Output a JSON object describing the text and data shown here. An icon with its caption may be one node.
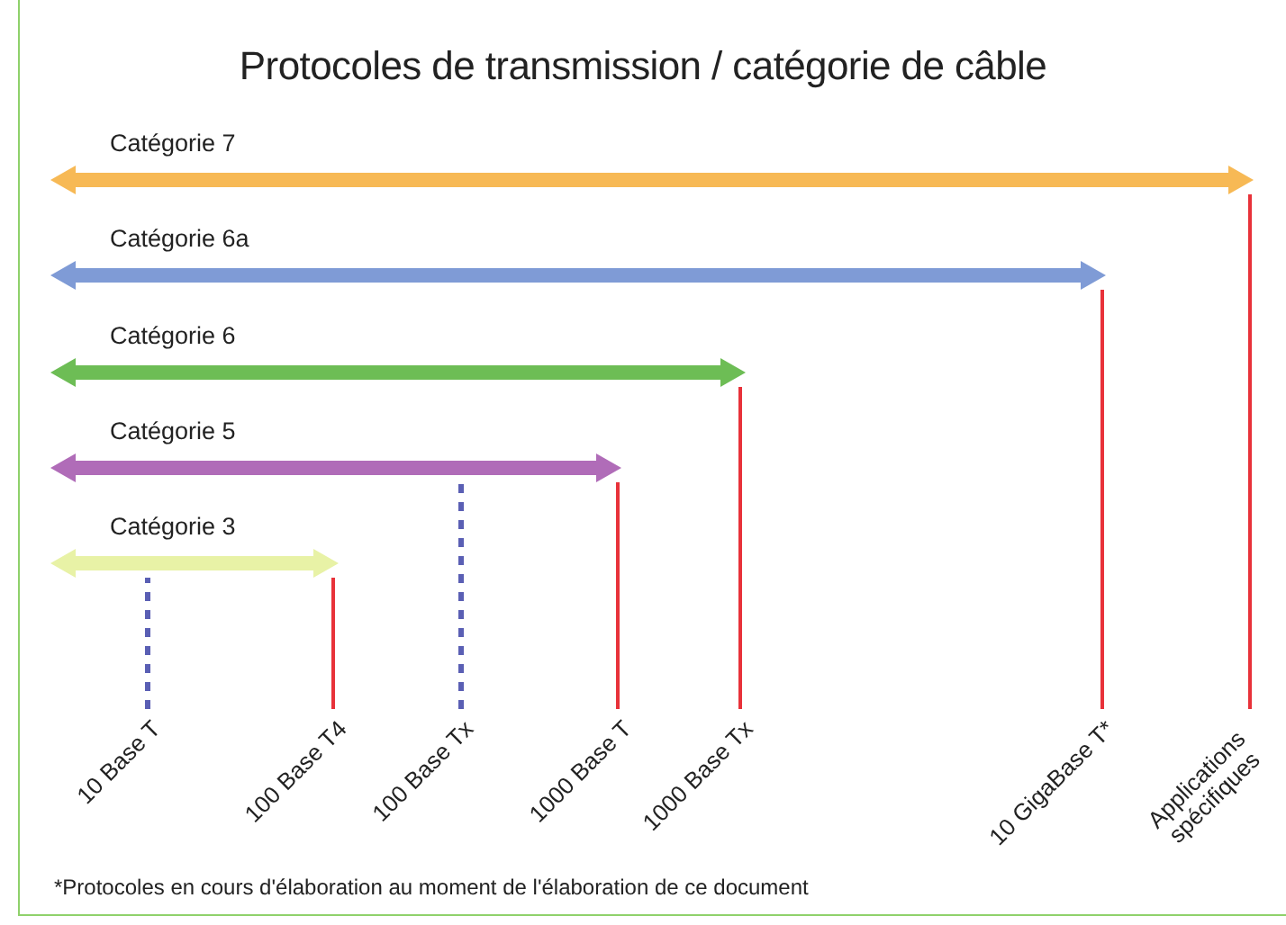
{
  "diagram": {
    "title": "Protocoles de transmission / catégorie de câble",
    "nodes": [
      {
        "text": [
          "Catégorie 7"
        ]
      },
      {
        "text": [
          "Catégorie 6a"
        ]
      },
      {
        "text": [
          "Catégorie 6"
        ]
      },
      {
        "text": [
          "Catégorie 5"
        ]
      },
      {
        "text": [
          "Catégorie 3"
        ]
      },
      {
        "text": [
          "10 Base T"
        ]
      },
      {
        "text": [
          "100 Base T4"
        ]
      },
      {
        "text": [
          "100 Base Tx"
        ]
      },
      {
        "text": [
          "1000 Base T"
        ]
      },
      {
        "text": [
          "1000 Base Tx"
        ]
      },
      {
        "text": [
          "10 GigaBase T*"
        ]
      },
      {
        "text": [
          "Applications spécifiques"
        ]
      }
    ],
    "edges": [
      {
        "from": 5,
        "to": 4,
        "arrow": "none",
        "style": "dashed",
        "color": "#5a5fb4"
      },
      {
        "from": 6,
        "to": 4,
        "arrow": "none"
      },
      {
        "from": 7,
        "to": 3,
        "arrow": "none",
        "style": "dashed",
        "color": "#5a5fb4"
      },
      {
        "from": 8,
        "to": 3,
        "arrow": "none"
      },
      {
        "from": 9,
        "to": 2,
        "arrow": "none"
      },
      {
        "from": 10,
        "to": 1,
        "arrow": "none"
      },
      {
        "from": 11,
        "to": 0,
        "arrow": "none"
      }
    ],
    "labels": [
      "*Protocoles en cours d'élaboration au moment de l'élaboration de ce document"
    ]
  }
}
